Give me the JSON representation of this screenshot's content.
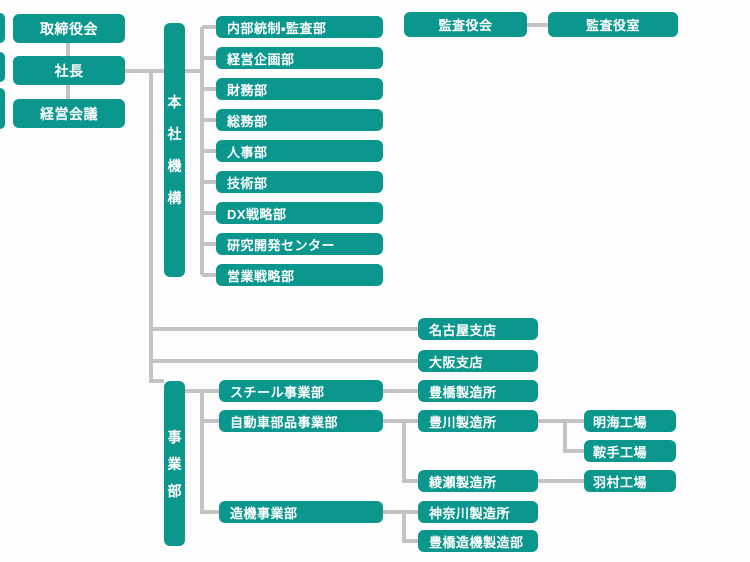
{
  "colors": {
    "box_teal": "#0b968e",
    "connector_gray": "#c3c3c3",
    "box_text": "#ffffff",
    "background": "#fdfdfd"
  },
  "executive": {
    "board": "取締役会",
    "president": "社長",
    "management_meeting": "経営会議"
  },
  "audit": {
    "board": "監査役会",
    "office": "監査役室"
  },
  "head_office": {
    "title": "本社機構",
    "departments": [
      "内部統制・監査部",
      "経営企画部",
      "財務部",
      "総務部",
      "人事部",
      "技術部",
      "DX戦略部",
      "研究開発センター",
      "営業戦略部"
    ]
  },
  "branch_offices": {
    "nagoya": "名古屋支店",
    "osaka": "大阪支店"
  },
  "business_unit": {
    "title": "事業部",
    "steel_division": "スチール事業部",
    "auto_parts_division": "自動車部品事業部",
    "machinery_division": "造機事業部",
    "toyohashi_plant": "豊橋製造所",
    "toyokawa_plant": "豊川製造所",
    "ayase_plant": "綾瀬製造所",
    "kanagawa_plant": "神奈川製造所",
    "toyohashi_machinery_plant": "豊橋造機製造部",
    "akemi_factory": "明海工場",
    "kurate_factory": "鞍手工場",
    "hamura_factory": "羽村工場"
  }
}
